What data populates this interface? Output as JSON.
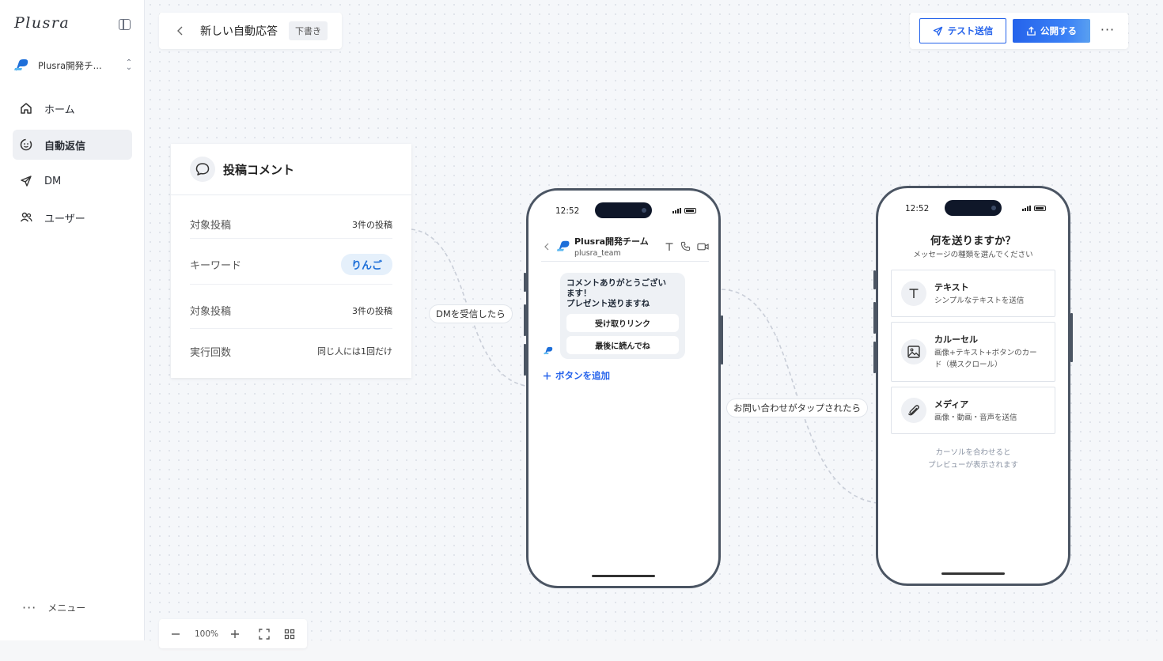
{
  "app": {
    "logo": "Plusra"
  },
  "team": {
    "name": "Plusra開発チ..."
  },
  "nav": [
    {
      "label": "ホーム",
      "icon": "home-icon"
    },
    {
      "label": "自動返信",
      "icon": "reply-smile-icon"
    },
    {
      "label": "DM",
      "icon": "send-icon"
    },
    {
      "label": "ユーザー",
      "icon": "users-icon"
    }
  ],
  "menu": {
    "label": "メニュー"
  },
  "header": {
    "title": "新しい自動応答",
    "badge": "下書き"
  },
  "actions": {
    "test_label": "テスト送信",
    "publish_label": "公開する"
  },
  "trigger": {
    "title": "投稿コメント",
    "rows": [
      {
        "key": "対象投稿",
        "value": "3件の投稿"
      },
      {
        "key": "キーワード",
        "value": "りんご"
      },
      {
        "key": "対象投稿",
        "value": "3件の投稿"
      },
      {
        "key": "実行回数",
        "value": "同じ人には1回だけ"
      }
    ]
  },
  "edges": {
    "first": "DMを受信したら",
    "second": "お問い合わせがタップされたら"
  },
  "phone1": {
    "time": "12:52",
    "dm_name": "Plusra開発チーム",
    "dm_handle": "plusra_team",
    "message": "コメントありがとうござい\nます！\nプレゼント送りますね",
    "buttons": [
      "受け取りリンク",
      "最後に読んでね"
    ],
    "add_button": "ボタンを追加"
  },
  "phone2": {
    "time": "12:52",
    "title": "何を送りますか？",
    "subtitle": "メッセージの種類を選んでください",
    "options": [
      {
        "title": "テキスト",
        "desc": "シンプルなテキストを送信",
        "icon": "text-icon"
      },
      {
        "title": "カルーセル",
        "desc": "画像+テキスト+ボタンのカー\nド（横スクロール）",
        "icon": "image-icon"
      },
      {
        "title": "メディア",
        "desc": "画像・動画・音声を送信",
        "icon": "paperclip-icon"
      }
    ],
    "hint": "カーソルを合わせると\nプレビューが表示されます"
  },
  "zoom": {
    "level": "100%"
  },
  "colors": {
    "accent": "#2563eb",
    "phone_frame": "#4b5563",
    "chip_bg": "#e5f0fb"
  }
}
